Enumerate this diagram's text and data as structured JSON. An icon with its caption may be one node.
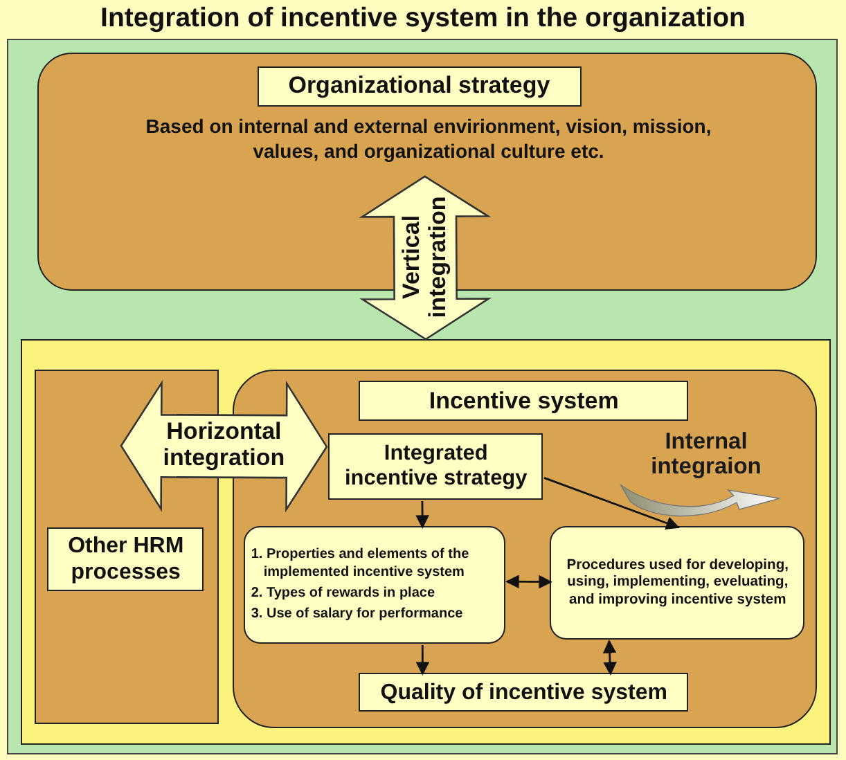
{
  "diagram": {
    "title": "Integration of incentive system in the organization",
    "nodes": [
      {
        "text": [
          "Based on internal and external envirionment, vision, mission, values, and organizational culture etc."
        ]
      },
      {
        "text": [
          "Organizational strategy"
        ],
        "in": 0
      },
      {
        "text": [],
        "shape": "box"
      },
      {
        "text": [],
        "shape": "box",
        "in": 2
      },
      {
        "text": [
          "Other HRM processes"
        ],
        "in": 3
      },
      {
        "text": [],
        "shape": "box",
        "in": 2
      },
      {
        "text": [
          "Incentive system"
        ],
        "in": 5
      },
      {
        "text": [
          "Integrated incentive strategy"
        ],
        "in": 5
      },
      {
        "text": [
          "1. Properties and elements of the implemented incentive system",
          "2. Types of rewards in place",
          "3. Use of salary for performance"
        ],
        "in": 5
      },
      {
        "text": [
          "Procedures used for developing, using, implementing, eveluating, and improving incentive system"
        ],
        "in": 5
      },
      {
        "text": [
          "Quality of incentive system"
        ],
        "in": 5
      }
    ],
    "edges": [
      {
        "from": 0,
        "to": 2,
        "arrow": "both",
        "label": "Vertical integration",
        "style": "thick"
      },
      {
        "from": 3,
        "to": 5,
        "arrow": "both",
        "label": "Horizontal integration",
        "style": "thick"
      },
      {
        "from": 7,
        "to": 8,
        "arrow": "to"
      },
      {
        "from": 7,
        "to": 9,
        "arrow": "to"
      },
      {
        "from": 8,
        "to": 9,
        "arrow": "both"
      },
      {
        "from": 8,
        "to": 10,
        "arrow": "to"
      },
      {
        "from": 9,
        "to": 10,
        "arrow": "both"
      }
    ],
    "labels": [
      "Internal integraion"
    ]
  }
}
